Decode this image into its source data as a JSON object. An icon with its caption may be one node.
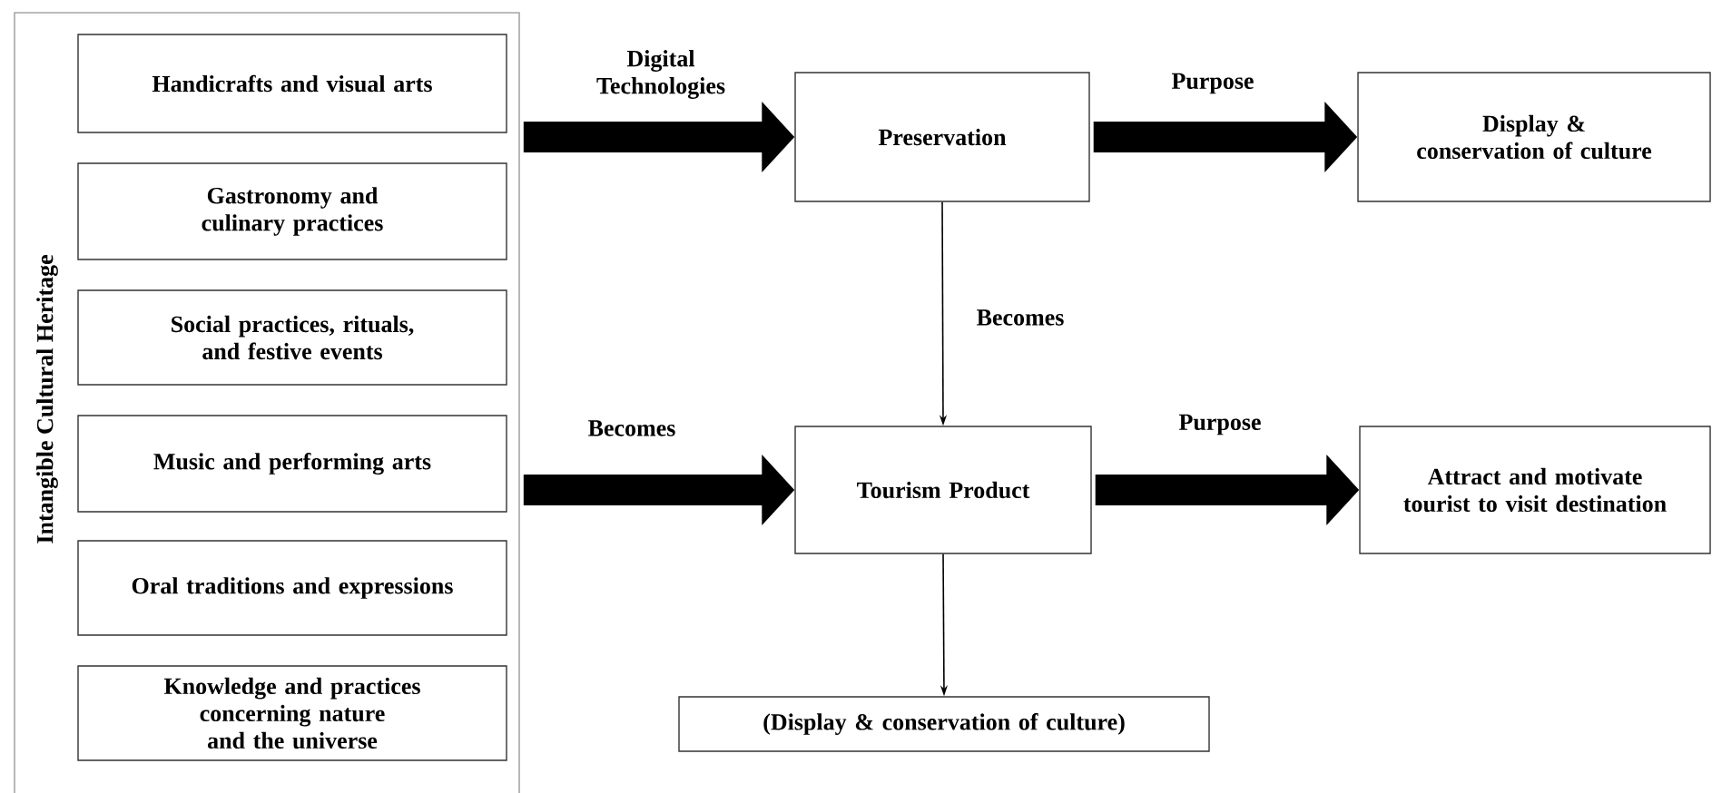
{
  "diagram": {
    "nodes": [
      {
        "text": [
          "Intangible Cultural Heritage"
        ]
      },
      {
        "text": [
          "Handicrafts and visual arts"
        ],
        "in": 0
      },
      {
        "text": [
          "Gastronomy and culinary practices"
        ],
        "in": 0
      },
      {
        "text": [
          "Social practices, rituals, and festive events"
        ],
        "in": 0
      },
      {
        "text": [
          "Music and performing arts"
        ],
        "in": 0
      },
      {
        "text": [
          "Oral traditions and expressions"
        ],
        "in": 0
      },
      {
        "text": [
          "Knowledge and practices concerning nature and the universe"
        ],
        "in": 0
      },
      {
        "text": [
          "Preservation"
        ]
      },
      {
        "text": [
          "Display & conservation of culture"
        ]
      },
      {
        "text": [
          "Tourism Product"
        ]
      },
      {
        "text": [
          "Attract and motivate tourist to visit destination"
        ]
      },
      {
        "text": [
          "(Display & conservation of culture)"
        ]
      }
    ],
    "edges": [
      {
        "from": 0,
        "to": 7,
        "arrow": "to",
        "label": "Digital Technologies"
      },
      {
        "from": 0,
        "to": 9,
        "arrow": "to",
        "label": "Becomes"
      },
      {
        "from": 7,
        "to": 8,
        "arrow": "to",
        "label": "Purpose"
      },
      {
        "from": 9,
        "to": 10,
        "arrow": "to",
        "label": "Purpose"
      },
      {
        "from": 7,
        "to": 9,
        "arrow": "to",
        "label": "Becomes"
      },
      {
        "from": 9,
        "to": 11,
        "arrow": "to"
      }
    ]
  }
}
